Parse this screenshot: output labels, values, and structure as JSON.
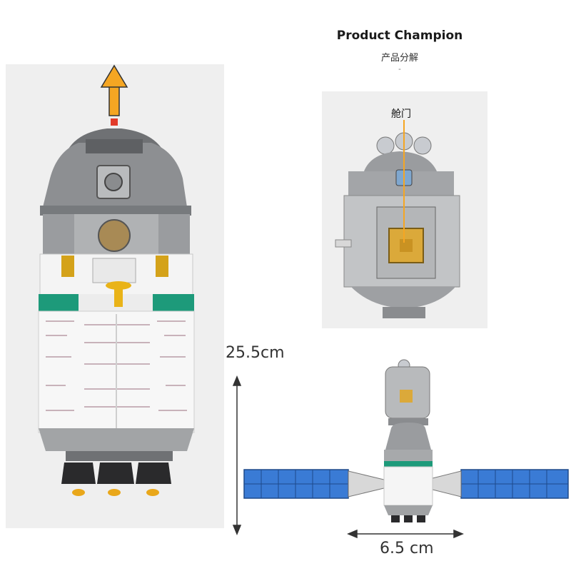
{
  "header": {
    "title": "Product Champion",
    "subtitle": "产品分解",
    "dash": "-"
  },
  "callout": {
    "label": "舱门"
  },
  "dimensions": {
    "height": "25.5cm",
    "width": "6.5 cm"
  },
  "colors": {
    "accent_orange": "#f5a623",
    "stripe_green": "#1d9a7a",
    "hull_gray": "#8d8f92",
    "hull_white": "#f4f4f4",
    "solar_blue": "#2f6fd1"
  },
  "icons": {
    "arrow": "up-arrow-icon"
  }
}
